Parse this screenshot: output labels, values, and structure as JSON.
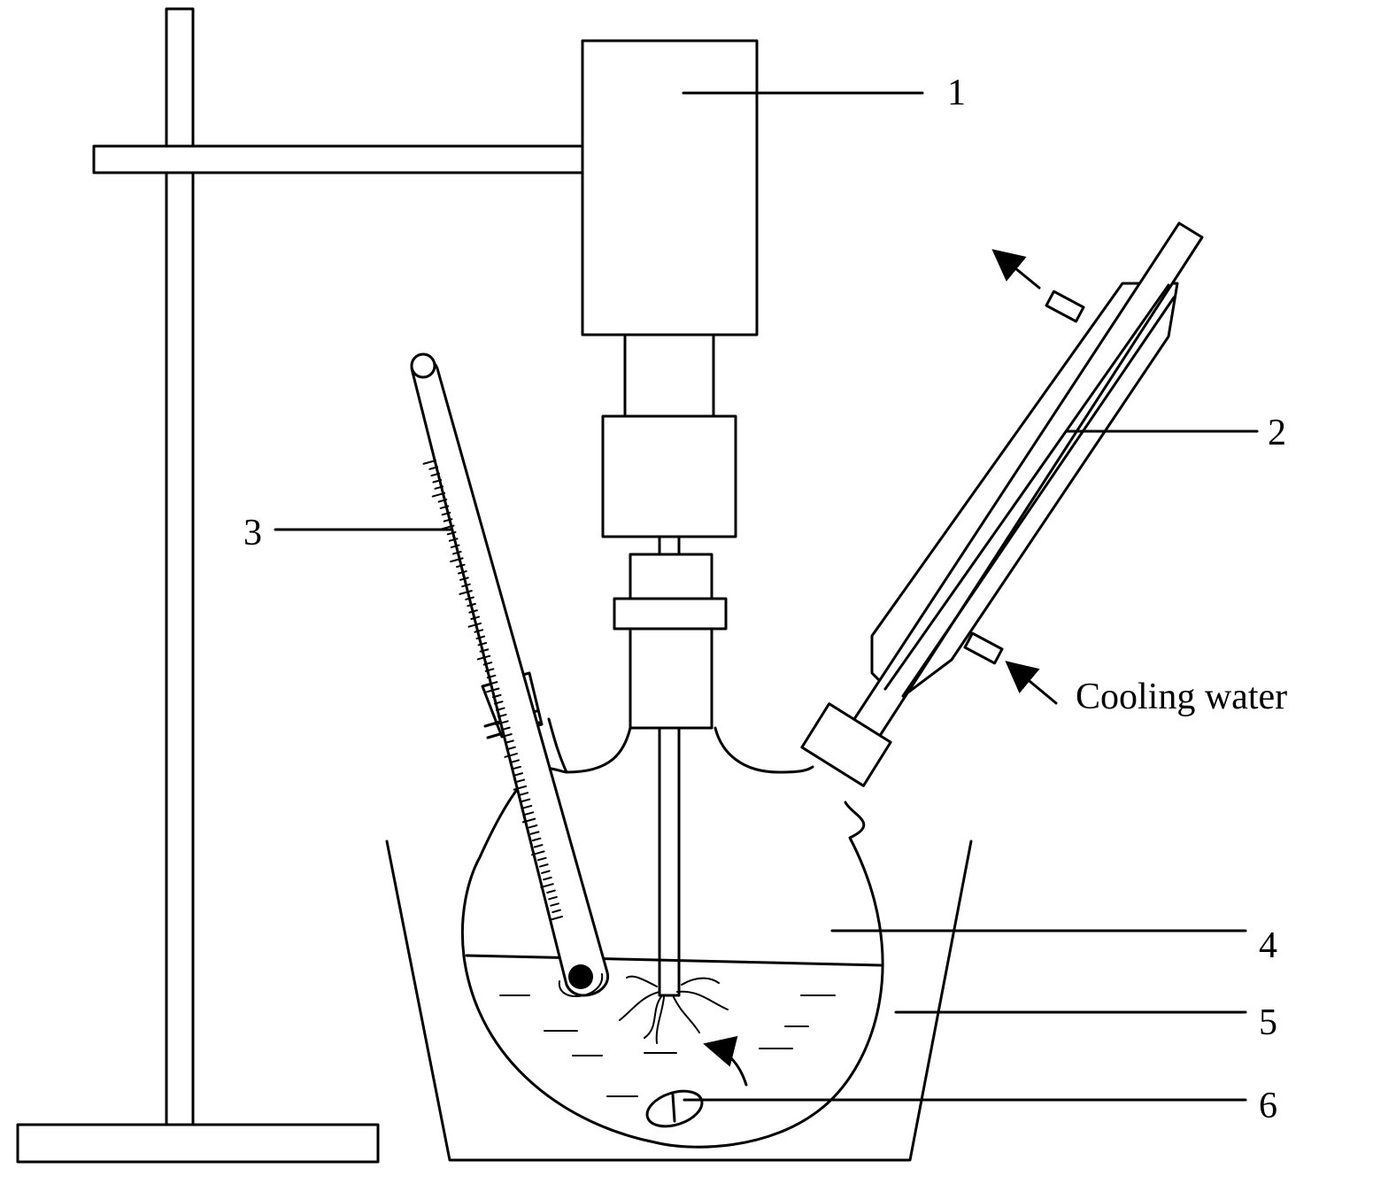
{
  "labels": {
    "l1": "1",
    "l2": "2",
    "l3": "3",
    "l4": "4",
    "l5": "5",
    "l6": "6",
    "cooling_water": "Cooling water"
  },
  "colors": {
    "line": "#000000",
    "background": "#ffffff"
  }
}
